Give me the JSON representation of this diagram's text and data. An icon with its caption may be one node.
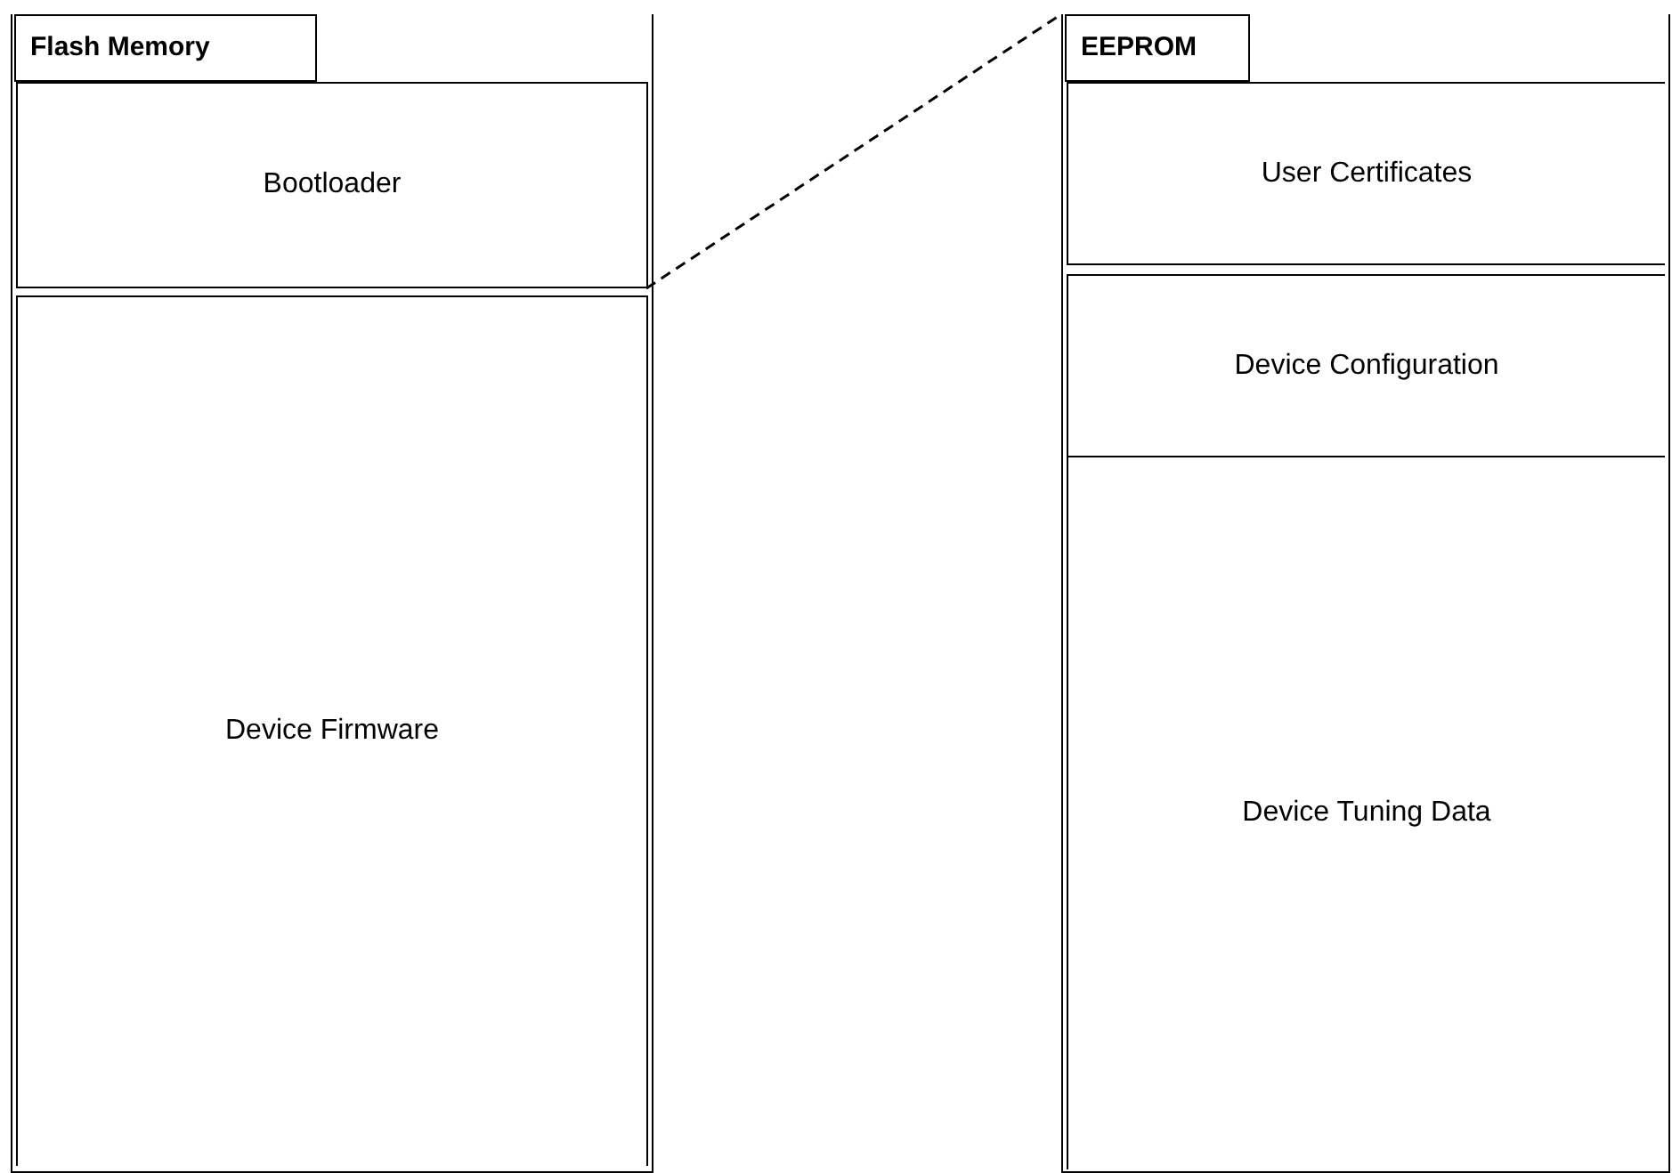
{
  "diagram": {
    "nodes": [
      {
        "text": [
          "Flash Memory"
        ]
      },
      {
        "text": [
          "Bootloader"
        ],
        "in": 0
      },
      {
        "text": [
          "Device Firmware"
        ],
        "in": 0
      },
      {
        "text": [
          "EEPROM"
        ]
      },
      {
        "text": [
          "User Certificates"
        ],
        "in": 3
      },
      {
        "text": [
          "Device Configuration"
        ],
        "in": 3
      },
      {
        "text": [
          "Device Tuning Data"
        ],
        "in": 3
      }
    ],
    "edges": [
      {
        "from": 1,
        "to": 3,
        "arrow": "none",
        "style": "dashed"
      }
    ]
  }
}
